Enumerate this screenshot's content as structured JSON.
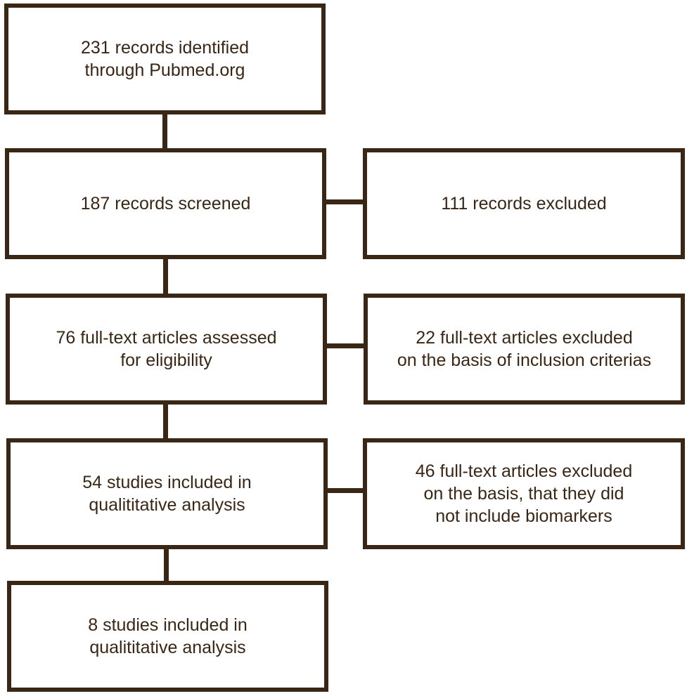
{
  "flowchart": {
    "main_steps": [
      {
        "id": "identified",
        "text": "231 records identified\nthrough Pubmed.org"
      },
      {
        "id": "screened",
        "text": "187 records screened"
      },
      {
        "id": "assessed",
        "text": "76 full-text articles assessed\nfor eligibility"
      },
      {
        "id": "included-54",
        "text": "54 studies included in\nqualititative analysis"
      },
      {
        "id": "included-8",
        "text": "8 studies included in\nqualititative analysis"
      }
    ],
    "exclusions": [
      {
        "id": "excluded-111",
        "text": "111 records excluded"
      },
      {
        "id": "excluded-22",
        "text": "22 full-text articles excluded\non the basis of inclusion criterias"
      },
      {
        "id": "excluded-46",
        "text": "46 full-text articles excluded\non the basis, that they did\nnot include biomarkers"
      }
    ],
    "colors": {
      "stroke": "#3a2615",
      "background": "#ffffff"
    }
  }
}
